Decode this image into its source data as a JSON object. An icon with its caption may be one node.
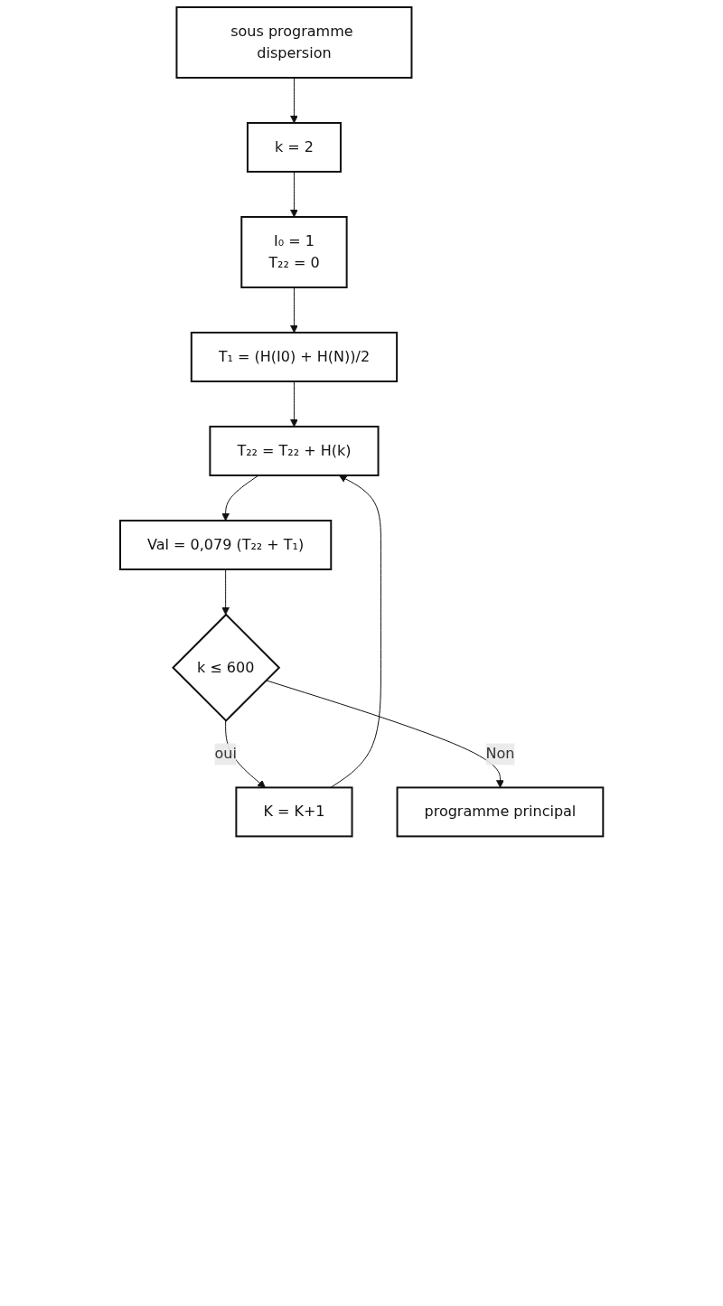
{
  "diagram": {
    "nodes": [
      {
        "text": [
          "sous programme dispersion"
        ]
      },
      {
        "text": [
          "k = 2"
        ]
      },
      {
        "text": [
          "I₀ = 1",
          "T₂₂ = 0"
        ]
      },
      {
        "text": [
          "T₁ = (H(I0) + H(N))/2"
        ]
      },
      {
        "text": [
          "T₂₂ = T₂₂ + H(k)"
        ]
      },
      {
        "text": [
          "Val = 0,079 (T₂₂ + T₁)"
        ]
      },
      {
        "text": [
          "k ≤ 600"
        ]
      },
      {
        "text": [
          "programme principal"
        ]
      },
      {
        "text": [
          "K = K+1"
        ]
      }
    ],
    "edges": [
      {
        "from": 0,
        "to": 1,
        "arrow": "to"
      },
      {
        "from": 1,
        "to": 2,
        "arrow": "to"
      },
      {
        "from": 2,
        "to": 3,
        "arrow": "to"
      },
      {
        "from": 3,
        "to": 4,
        "arrow": "to"
      },
      {
        "from": 4,
        "to": 5,
        "arrow": "to"
      },
      {
        "from": 5,
        "to": 6,
        "arrow": "to"
      },
      {
        "from": 6,
        "to": 8,
        "label": "oui",
        "arrow": "to"
      },
      {
        "from": 8,
        "to": 4,
        "arrow": "to"
      },
      {
        "from": 6,
        "to": 7,
        "label": "Non",
        "arrow": "to"
      }
    ]
  }
}
